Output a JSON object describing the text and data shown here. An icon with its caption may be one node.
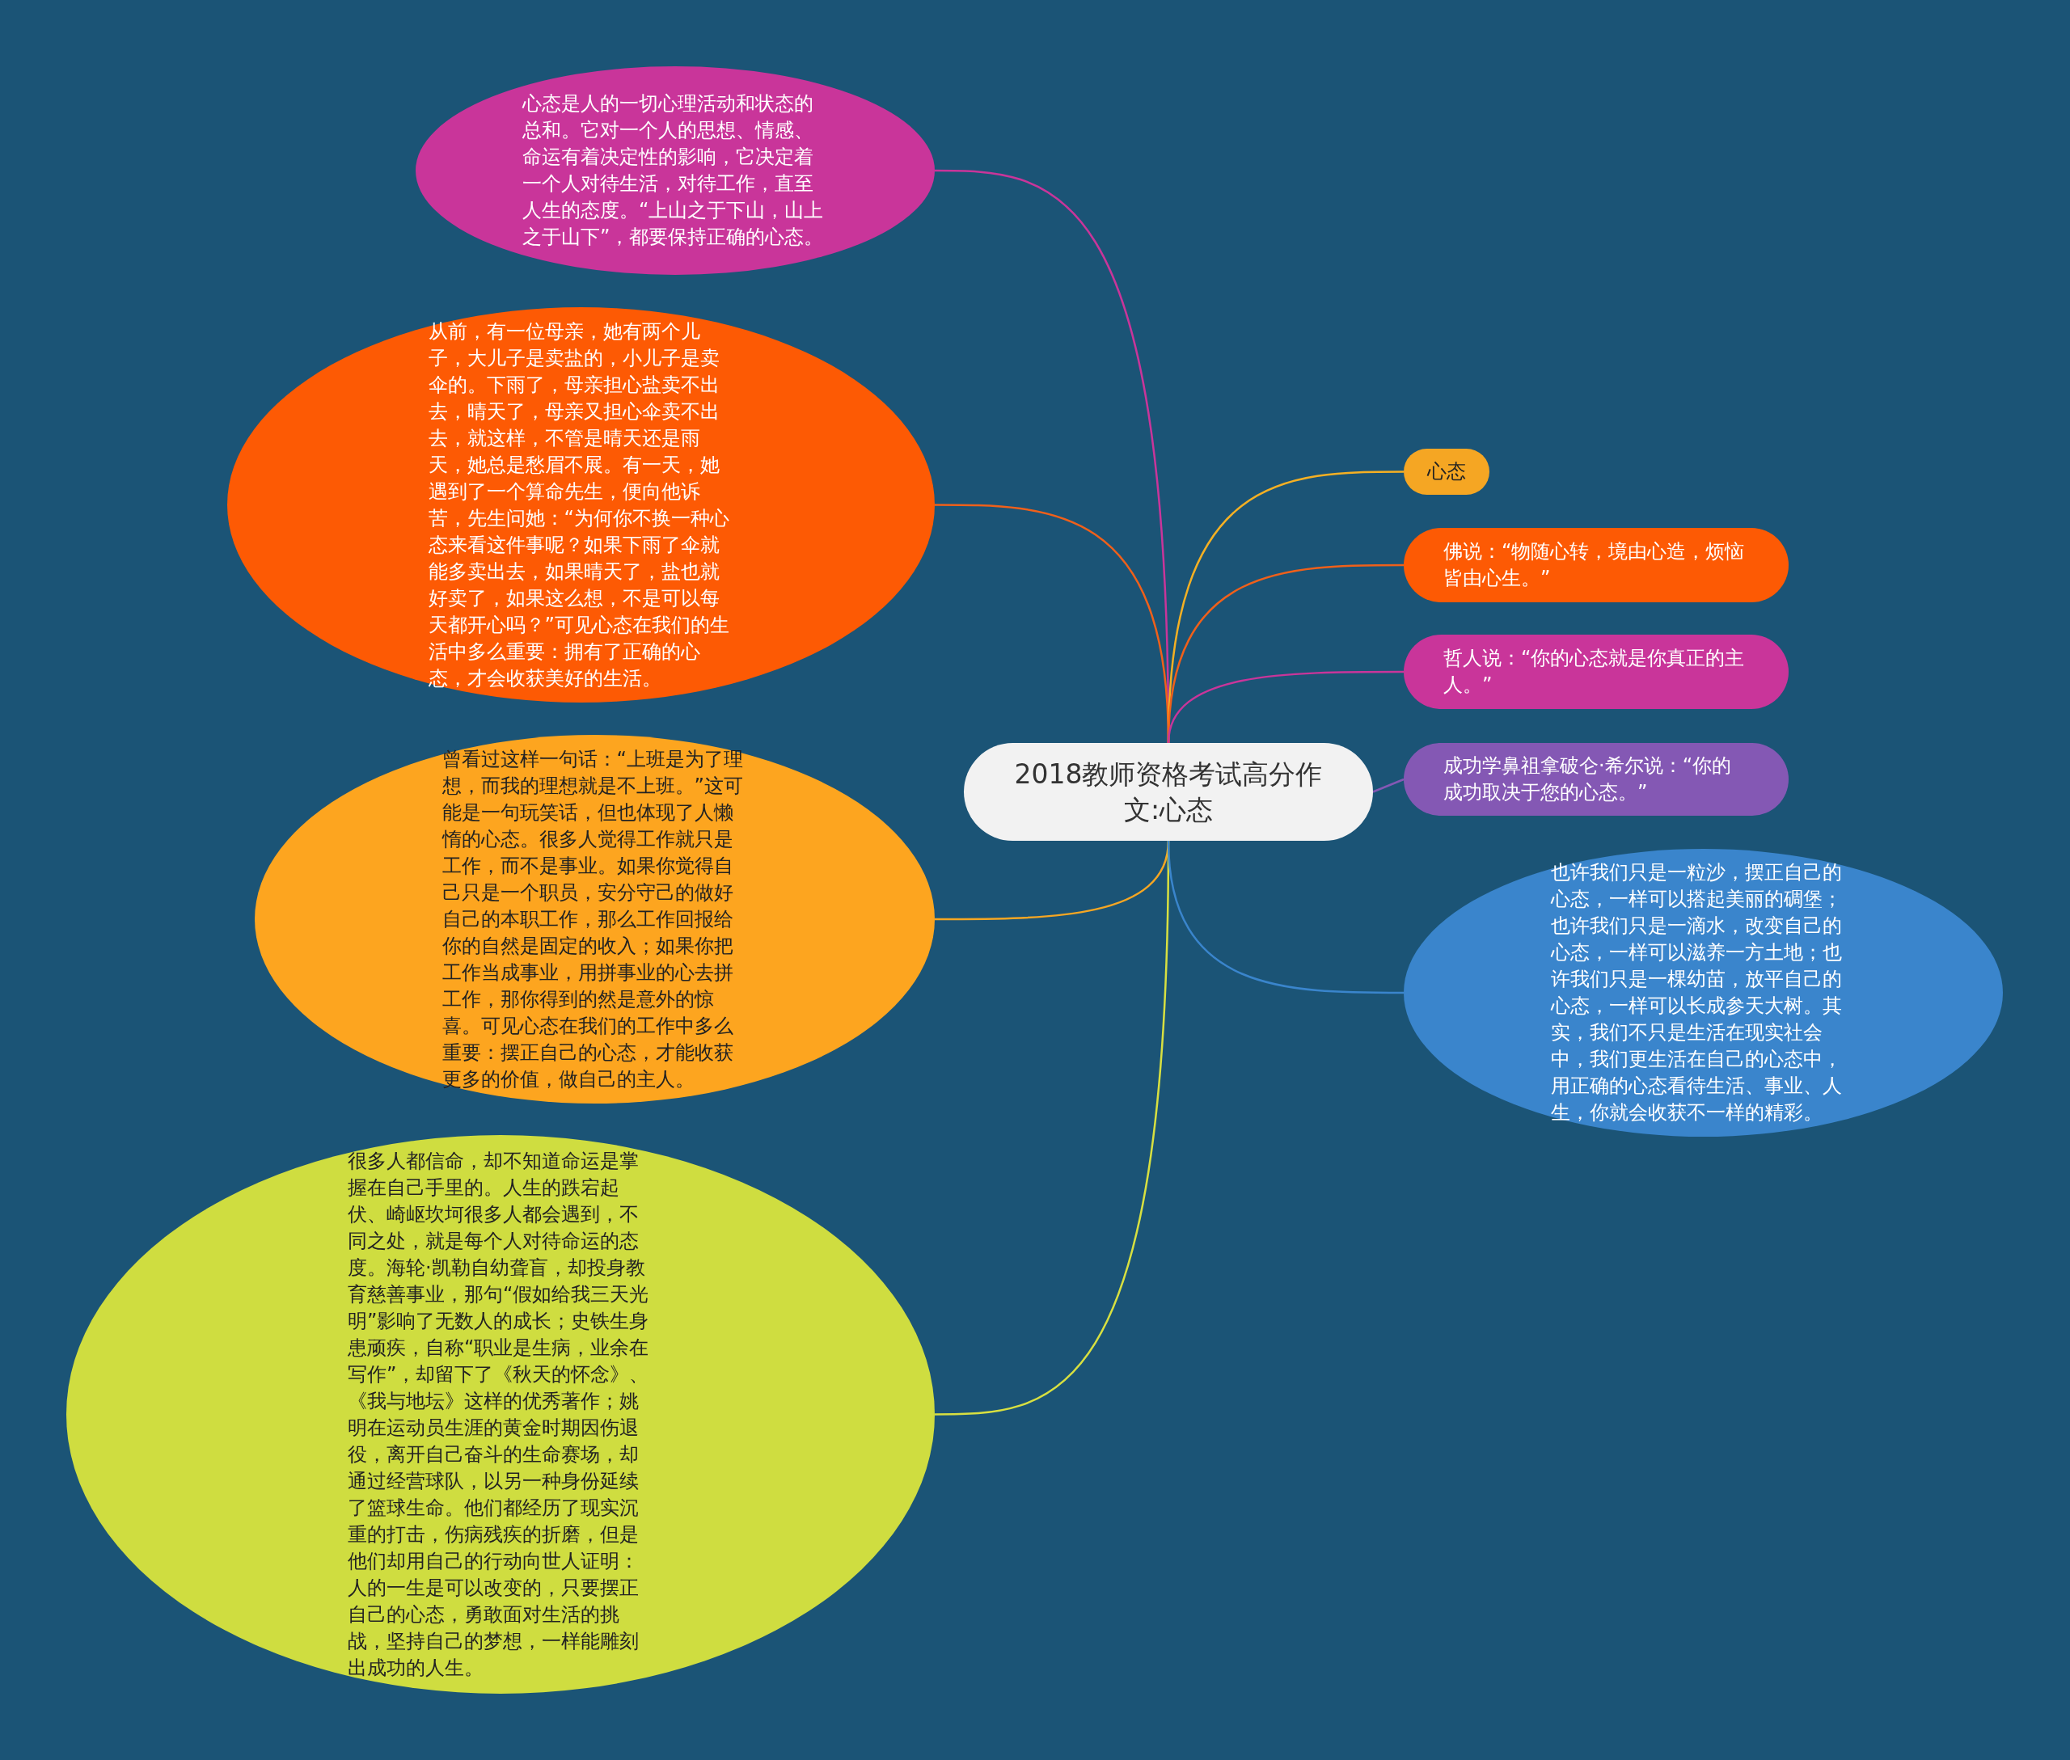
{
  "diagram": {
    "nodes": [
      {
        "text": [
          "2018教师资格考试高分作文:心态"
        ]
      },
      {
        "text": [
          "心态是人的一切心理活动和状态的总和。它对一个人的思想、情感、命运有着决定性的影响，它决定着一个人对待生活，对待工作，直至人生的态度。“上山之于下山，山上之于山下”，都要保持正确的心态。"
        ]
      },
      {
        "text": [
          "从前，有一位母亲，她有两个儿子，大儿子是卖盐的，小儿子是卖伞的。下雨了，母亲担心盐卖不出去，晴天了，母亲又担心伞卖不出去，就这样，不管是晴天还是雨天，她总是愁眉不展。有一天，她遇到了一个算命先生，便向他诉苦，先生问她：“为何你不换一种心态来看这件事呢？如果下雨了伞就能多卖出去，如果晴天了，盐也就好卖了，如果这么想，不是可以每天都开心吗？”可见心态在我们的生活中多么重要：拥有了正确的心态，才会收获美好的生活。"
        ]
      },
      {
        "text": [
          "曾看过这样一句话：“上班是为了理想，而我的理想就是不上班。”这可能是一句玩笑话，但也体现了人懒惰的心态。很多人觉得工作就只是工作，而不是事业。如果你觉得自己只是一个职员，安分守己的做好自己的本职工作，那么工作回报给你的自然是固定的收入；如果你把工作当成事业，用拼事业的心去拼工作，那你得到的然是意外的惊喜。可见心态在我们的工作中多么重要：摆正自己的心态，才能收获更多的价值，做自己的主人。"
        ]
      },
      {
        "text": [
          "很多人都信命，却不知道命运是掌握在自己手里的。人生的跌宕起伏、崎岖坎坷很多人都会遇到，不同之处，就是每个人对待命运的态度。海轮·凯勒自幼聋盲，却投身教育慈善事业，那句“假如给我三天光明”影响了无数人的成长；史铁生身患顽疾，自称“职业是生病，业余在写作”，却留下了《秋天的怀念》、《我与地坛》这样的优秀著作；姚明在运动员生涯的黄金时期因伤退役，离开自己奋斗的生命赛场，却通过经营球队，以另一种身份延续了篮球生命。他们都经历了现实沉重的打击，伤病残疾的折磨，但是他们却用自己的行动向世人证明：人的一生是可以改变的，只要摆正自己的心态，勇敢面对生活的挑战，坚持自己的梦想，一样能雕刻出成功的人生。"
        ]
      },
      {
        "text": [
          "心态"
        ]
      },
      {
        "text": [
          "佛说：“物随心转，境由心造，烦恼皆由心生。”"
        ]
      },
      {
        "text": [
          "哲人说：“你的心态就是你真正的主人。”"
        ]
      },
      {
        "text": [
          "成功学鼻祖拿破仑·希尔说：“你的成功取决于您的心态。”"
        ]
      },
      {
        "text": [
          "也许我们只是一粒沙，摆正自己的心态，一样可以搭起美丽的碉堡；也许我们只是一滴水，改变自己的心态，一样可以滋养一方土地；也许我们只是一棵幼苗，放平自己的心态，一样可以长成参天大树。其实，我们不只是生活在现实社会中，我们更生活在自己的心态中，用正确的心态看待生活、事业、人生，你就会收获不一样的精彩。"
        ]
      }
    ],
    "edges": [
      {
        "from": 0,
        "to": 1,
        "arrow": "none",
        "color": "#c9359a"
      },
      {
        "from": 0,
        "to": 2,
        "arrow": "none",
        "color": "#f0601a"
      },
      {
        "from": 0,
        "to": 3,
        "arrow": "none",
        "color": "#f5a623"
      },
      {
        "from": 0,
        "to": 4,
        "arrow": "none",
        "color": "#d8e040"
      },
      {
        "from": 0,
        "to": 5,
        "arrow": "none",
        "color": "#f5b023"
      },
      {
        "from": 0,
        "to": 6,
        "arrow": "none",
        "color": "#f0601a"
      },
      {
        "from": 0,
        "to": 7,
        "arrow": "none",
        "color": "#c9359a"
      },
      {
        "from": 0,
        "to": 8,
        "arrow": "none",
        "color": "#8458b4"
      },
      {
        "from": 0,
        "to": 9,
        "arrow": "none",
        "color": "#3a85cc"
      }
    ]
  }
}
